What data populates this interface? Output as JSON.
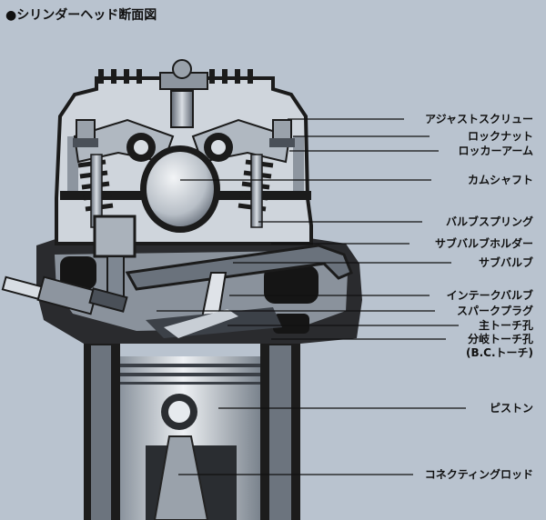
{
  "title": "●シリンダーヘッド断面図",
  "colors": {
    "background": "#b9c3cf",
    "metal_dark": "#1b1b1b",
    "metal_mid": "#7e8792",
    "metal_light": "#d8dde3"
  },
  "labels": [
    {
      "text": "アジャストスクリュー"
    },
    {
      "text": "ロックナット"
    },
    {
      "text": "ロッカーアーム"
    },
    {
      "text": "カムシャフト"
    },
    {
      "text": "バルブスプリング"
    },
    {
      "text": "サブバルブホルダー"
    },
    {
      "text": "サブバルブ"
    },
    {
      "text": "インテークバルブ"
    },
    {
      "text": "スパークプラグ"
    },
    {
      "text": "主トーチ孔"
    },
    {
      "text": "分岐トーチ孔"
    },
    {
      "text": "(B.C.トーチ)"
    },
    {
      "text": "ピストン"
    },
    {
      "text": "コネクティングロッド"
    }
  ]
}
